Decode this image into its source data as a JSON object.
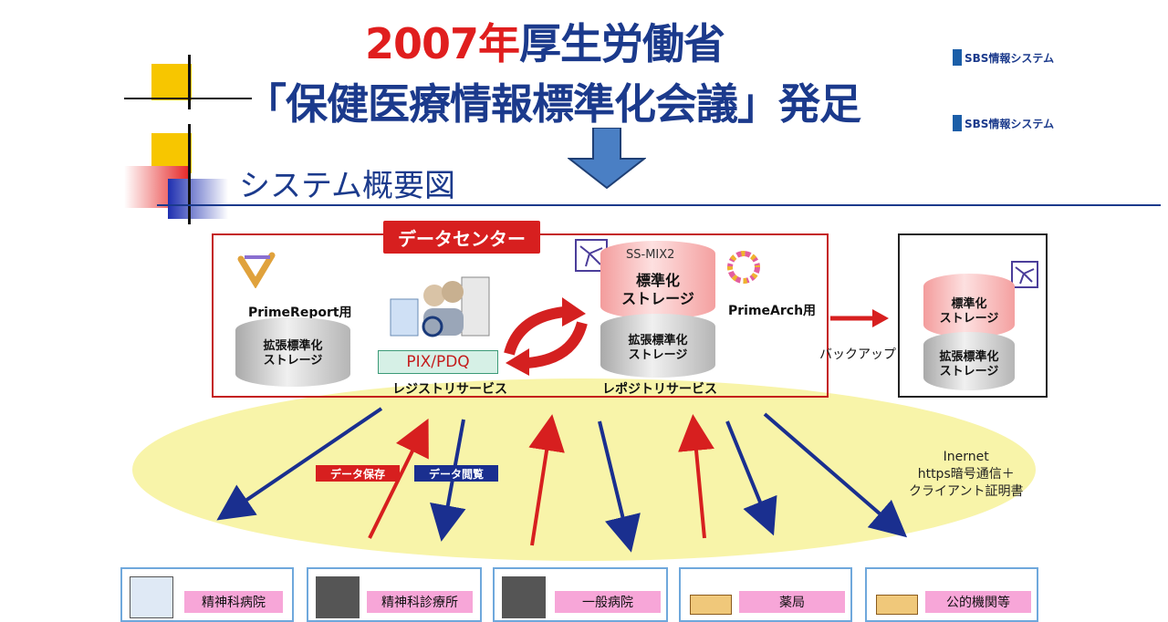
{
  "header": {
    "year": "2007年",
    "ministry": "厚生労働省",
    "line2": "「保健医療情報標準化会議」発足"
  },
  "logos": [
    {
      "text": "SBS情報システム",
      "icon": "sbs-logo-icon"
    },
    {
      "text": "SBS情報システム",
      "icon": "sbs-logo-icon"
    }
  ],
  "section_title": "システム概要図",
  "data_center": {
    "label": "データセンター",
    "prime_report": "PrimeReport用",
    "ext_storage_left": [
      "拡張標準化",
      "ストレージ"
    ],
    "pix": "PIX/PDQ",
    "registry": "レジストリサービス",
    "ssmix": "SS-MIX2",
    "std_storage": [
      "標準化",
      "ストレージ"
    ],
    "ext_storage_center": [
      "拡張標準化",
      "ストレージ"
    ],
    "repository": "レポジトリサービス",
    "prime_arch": "PrimeArch用"
  },
  "backup": {
    "label": "バックアップ",
    "std_storage": [
      "標準化",
      "ストレージ"
    ],
    "ext_storage": [
      "拡張標準化",
      "ストレージ"
    ]
  },
  "legend": {
    "save": "データ保存",
    "view": "データ閲覧"
  },
  "network": {
    "line1": "Inernet",
    "line2": "https暗号通信＋",
    "line3": "クライアント証明書"
  },
  "facilities": [
    {
      "label": "精神科病院",
      "icon": "hospital-icon"
    },
    {
      "label": "精神科診療所",
      "icon": "clinic-icon"
    },
    {
      "label": "一般病院",
      "icon": "hospital-icon"
    },
    {
      "label": "薬局",
      "icon": "pharmacy-icon"
    },
    {
      "label": "公的機関等",
      "icon": "public-office-icon"
    }
  ],
  "colors": {
    "title_red": "#e01e1e",
    "title_navy": "#1b3a8c",
    "save_arrow": "#d71f1f",
    "view_arrow": "#1a2f8f",
    "cloud": "#f7f29a"
  }
}
